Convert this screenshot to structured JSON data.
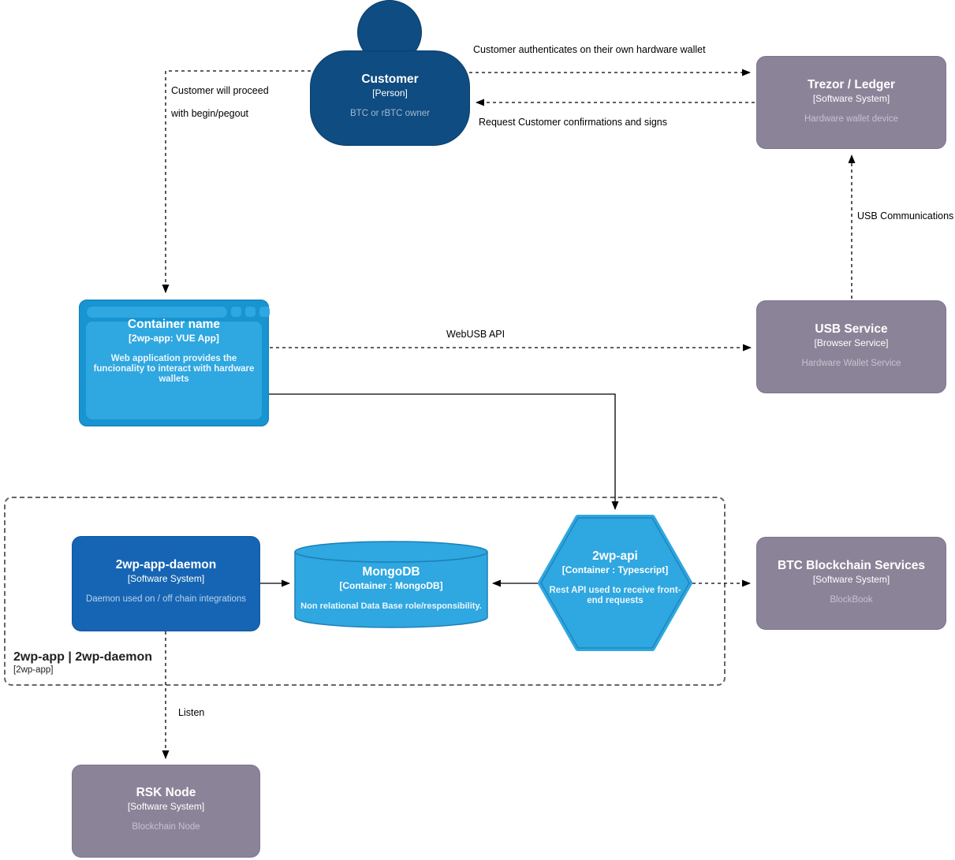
{
  "colors": {
    "person_blue": "#0e4c81",
    "system_blue": "#1565b4",
    "container_light_blue": "#2fa7e0",
    "container_frame_blue": "#1894d0",
    "external_gray": "#8b8498",
    "edge_black": "#000000",
    "boundary_gray": "#666666"
  },
  "nodes": {
    "customer": {
      "title": "Customer",
      "subtitle": "[Person]",
      "description": "BTC or rBTC owner"
    },
    "trezor": {
      "title": "Trezor / Ledger",
      "subtitle": "[Software System]",
      "description": "Hardware wallet device"
    },
    "webapp": {
      "title": "Container name",
      "subtitle": "[2wp-app: VUE App]",
      "description": "Web application provides the funcionality to interact with hardware wallets"
    },
    "usb": {
      "title": "USB Service",
      "subtitle": "[Browser Service]",
      "description": "Hardware Wallet Service"
    },
    "daemon": {
      "title": "2wp-app-daemon",
      "subtitle": "[Software System]",
      "description": "Daemon used on / off chain integrations"
    },
    "mongodb": {
      "title": "MongoDB",
      "subtitle": "[Container : MongoDB]",
      "description": "Non relational Data Base role/responsibility."
    },
    "api": {
      "title": "2wp-api",
      "subtitle": "[Container : Typescript]",
      "description": "Rest API used to receive front-end requests"
    },
    "btc": {
      "title": "BTC Blockchain Services",
      "subtitle": "[Software System]",
      "description": "BlockBook"
    },
    "rsk": {
      "title": "RSK Node",
      "subtitle": "[Software System]",
      "description": "Blockchain Node"
    }
  },
  "boundary": {
    "title": "2wp-app | 2wp-daemon",
    "subtitle": "[2wp-app]"
  },
  "edges": {
    "auth": "Customer authenticates on their own hardware wallet",
    "confirm": "Request Customer confirmations and signs",
    "proceed1": "Customer will proceed",
    "proceed2": "with begin/pegout",
    "usb_comm": "USB Communications",
    "webusb": "WebUSB API",
    "listen": "Listen"
  }
}
